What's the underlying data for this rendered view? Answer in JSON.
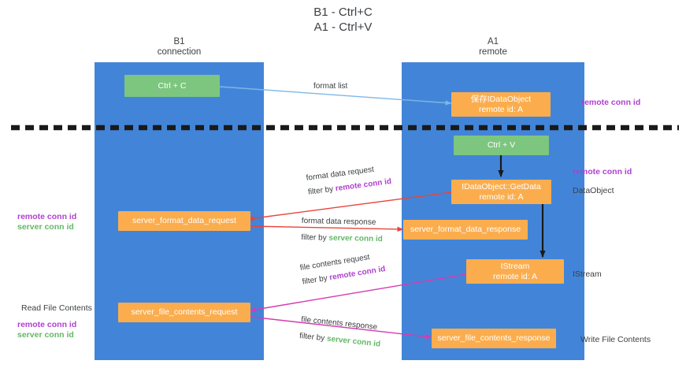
{
  "title": "B1 - Ctrl+C\nA1 - Ctrl+V",
  "colors": {
    "lane": "#4285d8",
    "green_node": "#7dc67f",
    "orange_node": "#fbad4e",
    "remote_conn_id": "#b03fd0",
    "server_conn_id": "#63b866",
    "divider": "#1a1a1a",
    "arrow_format_list": "#7fb6e8",
    "arrow_format_data": "#e8453c",
    "arrow_file_contents": "#d63bb0",
    "arrow_black": "#1a1a1a"
  },
  "lanes": [
    {
      "id": "b1",
      "title": "B1\nconnection"
    },
    {
      "id": "a1",
      "title": "A1\nremote"
    }
  ],
  "nodes": {
    "ctrl_c": "Ctrl + C",
    "ctrl_v": "Ctrl + V",
    "save_idataobject": "保存IDataObject\nremote id: A",
    "idataobject_getdata": "IDataObject::GetData\nremote id: A",
    "istream": "IStream\nremote id: A",
    "server_format_data_request": "server_format_data_request",
    "server_format_data_response": "server_format_data_response",
    "server_file_contents_request": "server_file_contents_request",
    "server_file_contents_response": "server_file_contents_response"
  },
  "edge_labels": {
    "format_list": "format list",
    "format_data_request": "format data request",
    "format_data_request_filter_prefix": "filter by ",
    "format_data_request_filter_key": "remote conn id",
    "format_data_response": "format data response",
    "format_data_response_filter_prefix": "filter by ",
    "format_data_response_filter_key": "server conn id",
    "file_contents_request": "file contents request",
    "file_contents_request_filter_prefix": "filter by ",
    "file_contents_request_filter_key": "remote conn id",
    "file_contents_response": "file contents response",
    "file_contents_response_filter_prefix": "filter by ",
    "file_contents_response_filter_key": "server conn id"
  },
  "annotations": {
    "right_remote_conn_id_top": "remote conn id",
    "right_remote_conn_id_mid": "remote conn id",
    "right_dataobject": "DataObject",
    "right_istream": "IStream",
    "right_write_file_contents": "Write File Contents",
    "left_remote_conn_id": "remote conn id",
    "left_server_conn_id": "server conn id",
    "left_read_file_contents": "Read File Contents",
    "left_remote_conn_id_2": "remote conn id",
    "left_server_conn_id_2": "server conn id"
  }
}
